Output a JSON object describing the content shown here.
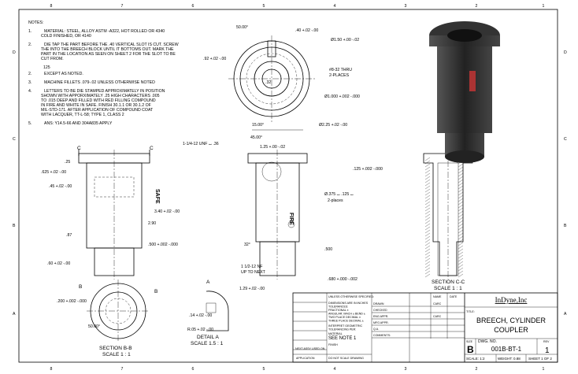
{
  "sheet": {
    "zone_columns": [
      "8",
      "7",
      "6",
      "5",
      "4",
      "3",
      "2",
      "1"
    ],
    "zone_rows": [
      "D",
      "C",
      "B",
      "A"
    ]
  },
  "notes": {
    "heading": "NOTES:",
    "items": [
      {
        "num": "1.",
        "lines": [
          "MATERIAL: STEEL, ALLOY ASTM -A322, HOT ROLLED OR 4340",
          "COLD FINISHED, OR 4140"
        ]
      },
      {
        "num": "2.",
        "lines": [
          "DIE TAP THE PART BEFORE THE .40 VERTICAL SLOT IS CUT. SCREW",
          "THE INTO THE BREECH BLOCK UNTIL IT BOTTOMS OUT. MARK THE",
          "PART IN THE LOCATION AS SEEN ON SHEET 2 FOR THE SLOT TO BE",
          "CUT FROM."
        ]
      },
      {
        "num": "2.",
        "lines": [
          "EXCEPT AS NOTED."
        ],
        "finish": "125"
      },
      {
        "num": "3.",
        "lines": [
          "MACHINE FILLETS .079-.02 UNLESS OTHERWISE NOTED"
        ]
      },
      {
        "num": "4.",
        "lines": [
          "LETTERS TO BE DIE STAMPED APPROXIMATELY IN POSITION",
          "SHOWN WITH APPORXIMATELY .25 HIGH CHARACTERS .005",
          "TO .015 DEEP AND FILLED WITH RED FILLING COMPOUND",
          "IN FIRE AND WHITE IN SAFE. FINISH 30.1.1 OR 30.1.2 OF",
          "MIL-STD-171. AFTER APPLICATION OF COMPOUND COAT",
          "WITH LACQUER, TT-L-58; TYPE 1, CLASS 2"
        ]
      },
      {
        "num": "5.",
        "lines": [
          "ANS: Y14.5-66 AND 304A835 APPLY"
        ]
      }
    ]
  },
  "dimensions": {
    "top_view": [
      "50.00°",
      ".40 +.02 -.00",
      ".92 +.02 -.00",
      "Ø1.50 +.00 -.02",
      "#8-32 THRU",
      "2-PLACES",
      "Ø1.000 +.002 -.000",
      "Ø2.25 +.02 -.00",
      "15.00°",
      "45.00°",
      "1-1/4-12 UNF ⌴ .36",
      ".32"
    ],
    "front_view": [
      ".25",
      ".625 +.02 -.00",
      ".45 +.02 -.00",
      "3.40 +.02 -.00",
      "2.90",
      ".87",
      ".500 +.002 -.000",
      ".60 +.02 -.00"
    ],
    "side_view": [
      "1.25 +.00 -.02",
      ".125 +.002 -.000",
      "Ø.375 ⌴ .125 ⌴",
      "2-places",
      "32°",
      ".500",
      "1 1/2-12 NF",
      "UP TO NEXT",
      "1.29 +.02 -.00",
      ".680 +.000 -.002"
    ],
    "section_b": [
      ".200 +.002 -.000",
      "50.00°"
    ],
    "detail_a": [
      ".14 +.02 -.00",
      "R.05 +.02 -.00"
    ],
    "stamps": [
      "SAFE",
      "FIRE"
    ]
  },
  "view_labels": {
    "section_cc": [
      "SECTION C-C",
      "SCALE 1 : 1"
    ],
    "section_bb": [
      "SECTION B-B",
      "SCALE 1 : 1"
    ],
    "detail_a": [
      "DETAIL A",
      "SCALE 1.5 : 1"
    ],
    "markers": [
      "C",
      "C",
      "B",
      "B",
      "A"
    ]
  },
  "title_block": {
    "company": "InDyne,Inc",
    "title_label": "TITLE:",
    "title_lines": [
      "BREECH, CYLINDER",
      "COUPLER"
    ],
    "size_label": "SIZE",
    "size": "B",
    "dwg_no_label": "DWG. NO.",
    "dwg_no": "001B-BT-1",
    "rev_label": "REV",
    "rev": "1",
    "scale": "SCALE: 1:2",
    "weight": "WEIGHT: 0.88",
    "sheet": "SHEET 1 OF 2",
    "name_header": "NAME",
    "date_header": "DATE",
    "rows": [
      {
        "label": "DRAWN",
        "name": "CARC"
      },
      {
        "label": "CHECKED",
        "name": ""
      },
      {
        "label": "ENG APPR.",
        "name": "CARC"
      },
      {
        "label": "MFG APPR.",
        "name": ""
      },
      {
        "label": "Q.A.",
        "name": ""
      },
      {
        "label": "COMMENTS:",
        "name": ""
      }
    ],
    "tolerance_lines": [
      "UNLESS OTHERWISE SPECIFIED:",
      "DIMENSIONS ARE IN INCHES",
      "TOLERANCES:",
      "FRACTIONAL ±",
      "ANGULAR: MACH ±  BEND ±",
      "TWO PLACE DECIMAL ±",
      "THREE PLACE DECIMAL ±",
      "INTERPRET GEOMETRIC",
      "TOLERANCING PER:",
      "MATERIAL",
      "SEE NOTE 1",
      "FINISH",
      "DO NOT SCALE DRAWING"
    ],
    "next_assy": "NEXT ASSY",
    "used_on": "USED ON",
    "application": "APPLICATION"
  }
}
